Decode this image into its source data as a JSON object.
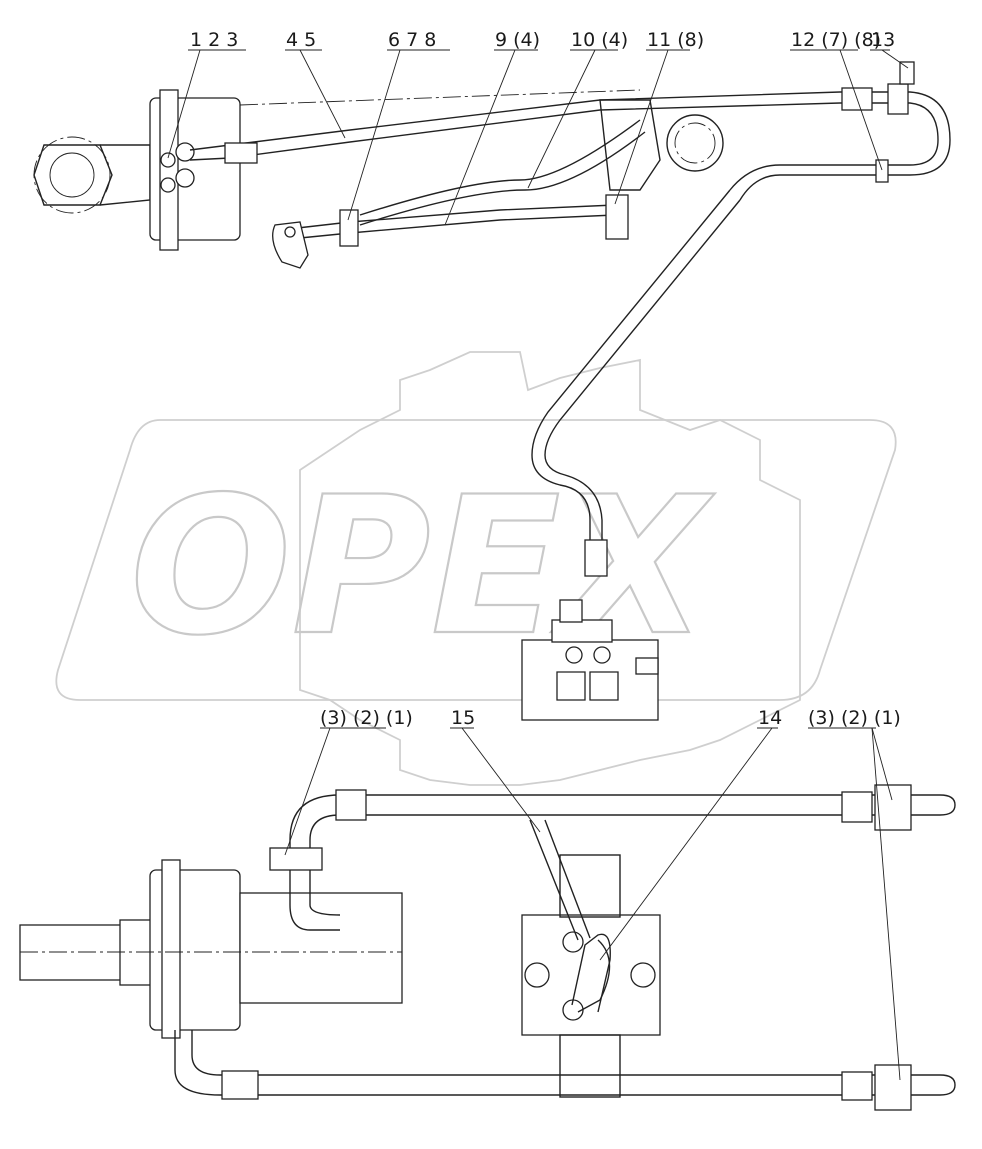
{
  "watermark": {
    "text": "OPEX"
  },
  "corner_mark": "",
  "callouts_top": [
    {
      "id": "c-1-2-3",
      "text": "1 2 3"
    },
    {
      "id": "c-4-5",
      "text": "4 5"
    },
    {
      "id": "c-6-7-8",
      "text": "6 7 8"
    },
    {
      "id": "c-9-4",
      "text": "9 (4)"
    },
    {
      "id": "c-10-4",
      "text": "10 (4)"
    },
    {
      "id": "c-11-8",
      "text": "11 (8)"
    },
    {
      "id": "c-12-7-8",
      "text": "12 (7) (8)"
    },
    {
      "id": "c-13",
      "text": "13"
    }
  ],
  "callouts_bottom": [
    {
      "id": "c-3-2-1-left",
      "text": "(3) (2) (1)"
    },
    {
      "id": "c-15",
      "text": "15"
    },
    {
      "id": "c-14",
      "text": "14"
    },
    {
      "id": "c-3-2-1-right",
      "text": "(3) (2) (1)"
    }
  ]
}
